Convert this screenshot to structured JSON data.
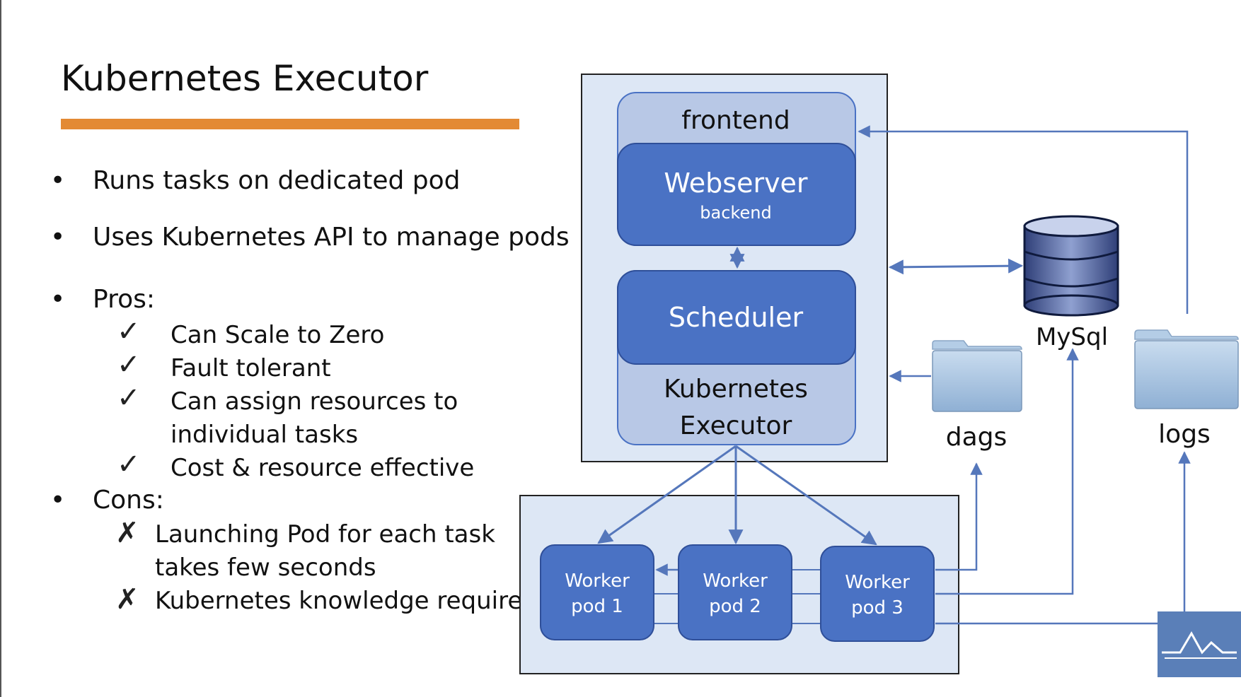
{
  "slide": {
    "title": "Kubernetes Executor",
    "bullets": [
      "Runs tasks on dedicated pod",
      "Uses Kubernetes API to manage pods"
    ],
    "pros_label": "Pros:",
    "pros": [
      "Can Scale to Zero",
      "Fault tolerant",
      "Can assign resources to",
      "individual tasks",
      "Cost & resource effective"
    ],
    "cons_label": "Cons:",
    "cons": [
      "Launching Pod for each task",
      "takes few seconds",
      "Kubernetes knowledge required"
    ],
    "bullet_char": "•",
    "check_char": "✓",
    "cross_char": "✗"
  },
  "diagram": {
    "frontend": "frontend",
    "webserver": "Webserver",
    "backend": "backend",
    "scheduler": "Scheduler",
    "executor_line1": "Kubernetes",
    "executor_line2": "Executor",
    "mysql": "MySql",
    "dags": "dags",
    "logs": "logs",
    "workers": [
      {
        "line1": "Worker",
        "line2": "pod 1"
      },
      {
        "line1": "Worker",
        "line2": "pod 2"
      },
      {
        "line1": "Worker",
        "line2": "pod 3"
      }
    ]
  },
  "colors": {
    "accent": "#E38A34",
    "box_dark": "#4A72C4",
    "box_light": "#B8C8E6",
    "panel": "#DDE7F5",
    "arrow": "#5577BB"
  }
}
